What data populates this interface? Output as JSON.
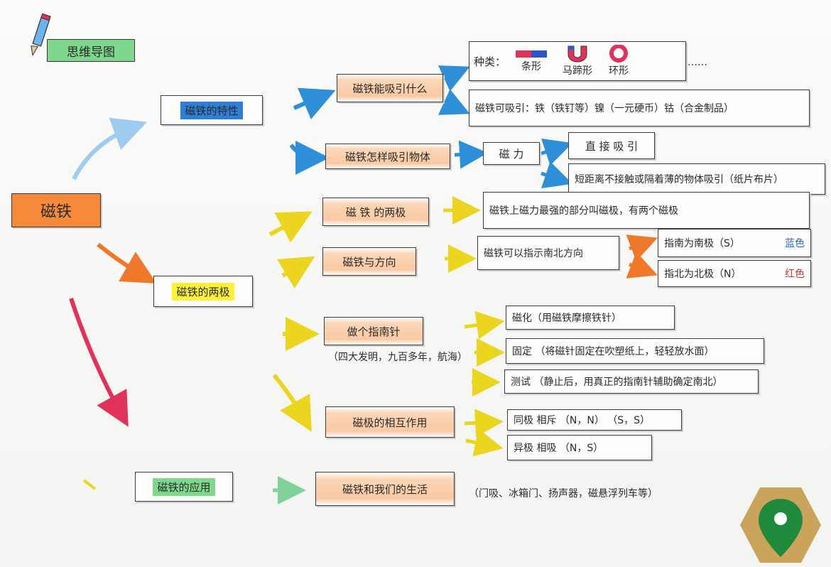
{
  "header": {
    "title": "思维导图"
  },
  "root": {
    "label": "磁铁"
  },
  "branches": {
    "properties": {
      "label": "磁铁的特性"
    },
    "poles": {
      "label": "磁铁的两极"
    },
    "application": {
      "label": "磁铁的应用"
    }
  },
  "nodes": {
    "what_attracts": "磁铁能吸引什么",
    "types": {
      "label": "种类：",
      "bar": "条形",
      "horseshoe": "马蹄形",
      "ring": "环形",
      "more": "……"
    },
    "attractable": "磁铁可吸引：铁（铁钉等）镍（一元硬币）钴（合金制品）",
    "how_attracts": "磁铁怎样吸引物体",
    "magnetic_force": "磁 力",
    "direct": "直 接 吸 引",
    "indirect": "短距离不接触或隔着薄的物体吸引（纸片布片）",
    "two_poles": "磁 铁 的两极",
    "poles_desc": "磁铁上磁力最强的部分叫磁极，有两个磁极",
    "direction": "磁铁与方向",
    "direction_desc": "磁铁可以指示南北方向",
    "south": "指南为南极（S）",
    "south_color": "蓝色",
    "north": "指北为北极（N）",
    "north_color": "红色",
    "compass": "做个指南针",
    "compass_note": "（四大发明，九百多年，航海）",
    "magnetize": "磁化（用磁铁摩擦铁针）",
    "fix": "固定 （将磁针固定在吹塑纸上，轻轻放水面）",
    "test": "测试 （静止后，用真正的指南针辅助确定南北）",
    "interaction": "磁极的相互作用",
    "repel": "同极 相斥 （N，N） （S，S）",
    "attract": "异极 相吸 （N，S）",
    "life": "磁铁和我们的生活",
    "life_note": "（门吸、冰箱门、扬声器，磁悬浮列车等）"
  },
  "colors": {
    "blue_arrow": "#2e8fd8",
    "light_blue_arrow": "#9ecbf0",
    "yellow_arrow": "#ecd51e",
    "orange_arrow": "#f0782a",
    "red_arrow": "#e0325a",
    "green_arrow": "#7fd39a",
    "pin_green": "#1f8a3c",
    "badge_gold": "#c9a45a"
  }
}
